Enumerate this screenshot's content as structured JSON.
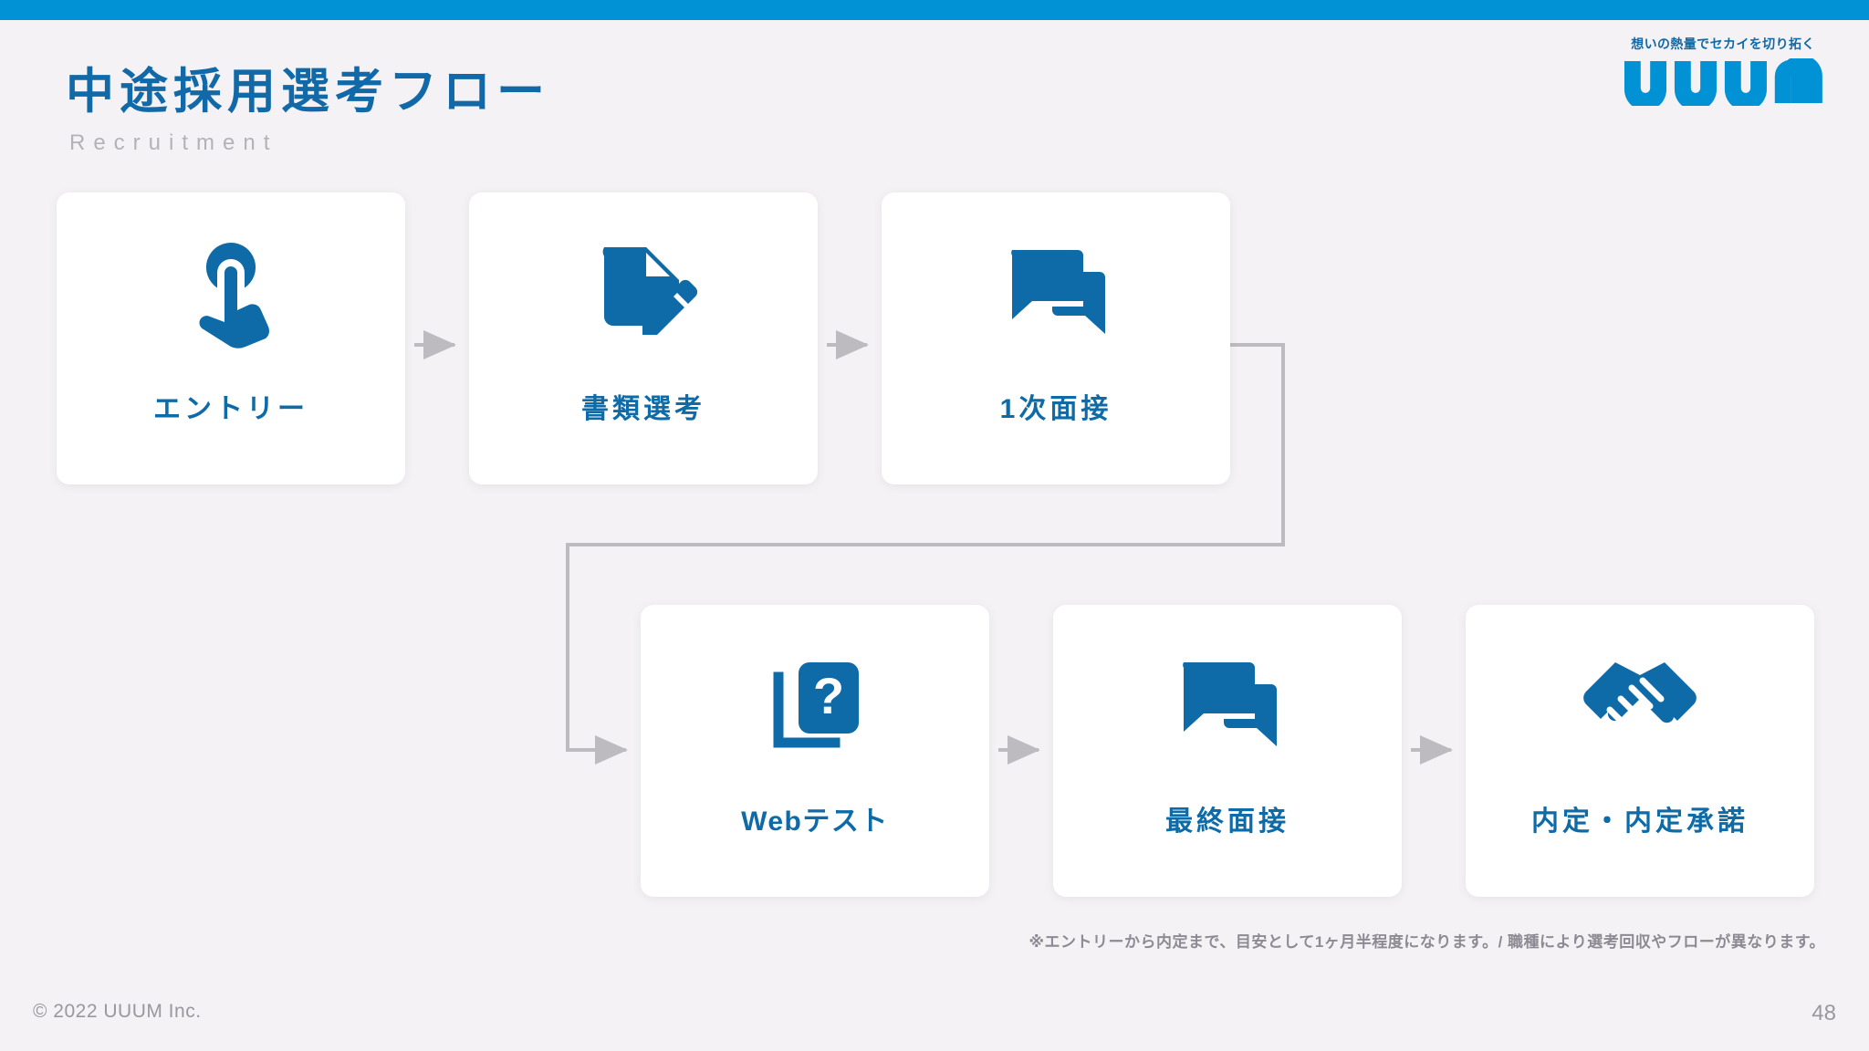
{
  "header": {
    "title": "中途採用選考フロー",
    "subtitle": "Recruitment",
    "accent_color": "#0092d4",
    "title_color": "#1269a8",
    "background_color": "#f4f2f5"
  },
  "logo": {
    "tagline": "想いの熱量でセカイを切り拓く",
    "wordmark": "UUUM",
    "color": "#0092d4"
  },
  "flow": {
    "steps": [
      {
        "id": "entry",
        "label": "エントリー",
        "icon": "touch-tap-icon",
        "row": 1,
        "order": 1
      },
      {
        "id": "document",
        "label": "書類選考",
        "icon": "document-edit-icon",
        "row": 1,
        "order": 2
      },
      {
        "id": "interview1",
        "label": "1次面接",
        "icon": "chat-bubbles-icon",
        "row": 1,
        "order": 3
      },
      {
        "id": "webtest",
        "label": "Webテスト",
        "icon": "question-cards-icon",
        "row": 2,
        "order": 4
      },
      {
        "id": "interview2",
        "label": "最終面接",
        "icon": "chat-bubbles-icon",
        "row": 2,
        "order": 5
      },
      {
        "id": "offer",
        "label": "内定・内定承諾",
        "icon": "handshake-icon",
        "row": 2,
        "order": 6
      }
    ],
    "connectors": [
      {
        "from": "entry",
        "to": "document",
        "type": "arrow-right"
      },
      {
        "from": "document",
        "to": "interview1",
        "type": "arrow-right"
      },
      {
        "from": "interview1",
        "to": "webtest",
        "type": "elbow-wrap-down"
      },
      {
        "from": "webtest",
        "to": "interview2",
        "type": "arrow-right"
      },
      {
        "from": "interview2",
        "to": "offer",
        "type": "arrow-right"
      }
    ],
    "icon_color": "#0e6ba7",
    "connector_color": "#bdbac0"
  },
  "footnote": "※エントリーから内定まで、目安として1ヶ月半程度になります。/ 職種により選考回収やフローが異なります。",
  "footer": {
    "copyright": "© 2022 UUUM Inc.",
    "page_number": "48"
  }
}
